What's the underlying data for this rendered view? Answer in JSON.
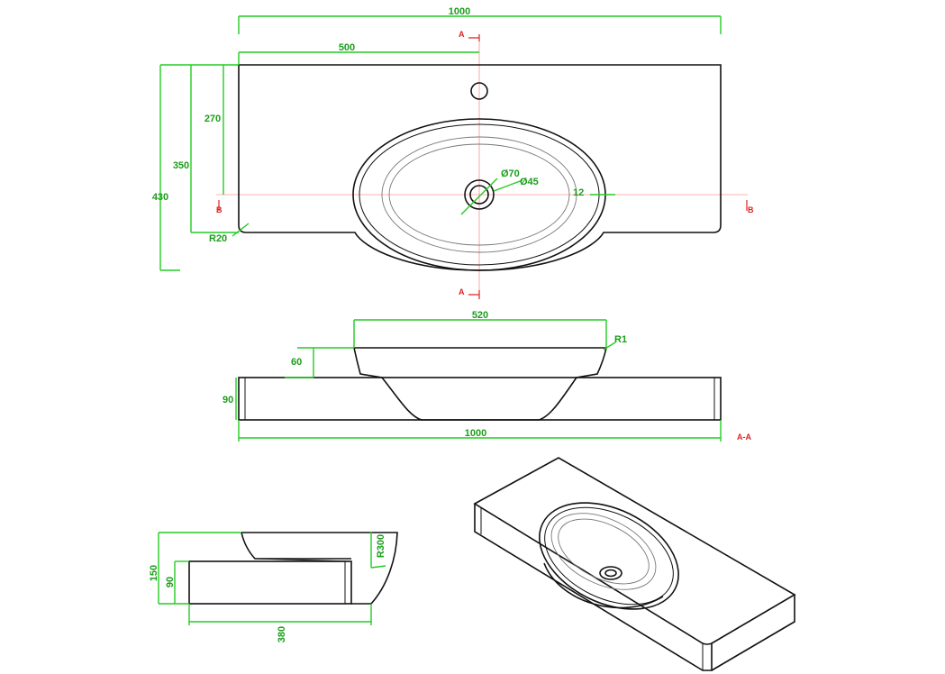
{
  "top_view": {
    "width_total": "1000",
    "width_half": "500",
    "depth_hole": "270",
    "depth_top": "350",
    "depth_total": "430",
    "corner_radius": "R20",
    "hole_dia_outer": "Ø70",
    "hole_dia_inner": "Ø45",
    "offset": "12",
    "section_a": "A",
    "section_b": "B"
  },
  "section_view": {
    "bowl_width": "520",
    "rim_radius": "R1",
    "step_height": "60",
    "slab_height": "90",
    "width_total": "1000",
    "label": "A-A"
  },
  "side_view": {
    "height_total": "150",
    "slab_height": "90",
    "bowl_radius": "R300",
    "depth": "380"
  },
  "colors": {
    "dimension": "#22cc22",
    "outline": "#111111",
    "centerline": "#ff6666",
    "marker": "#dd2222"
  }
}
